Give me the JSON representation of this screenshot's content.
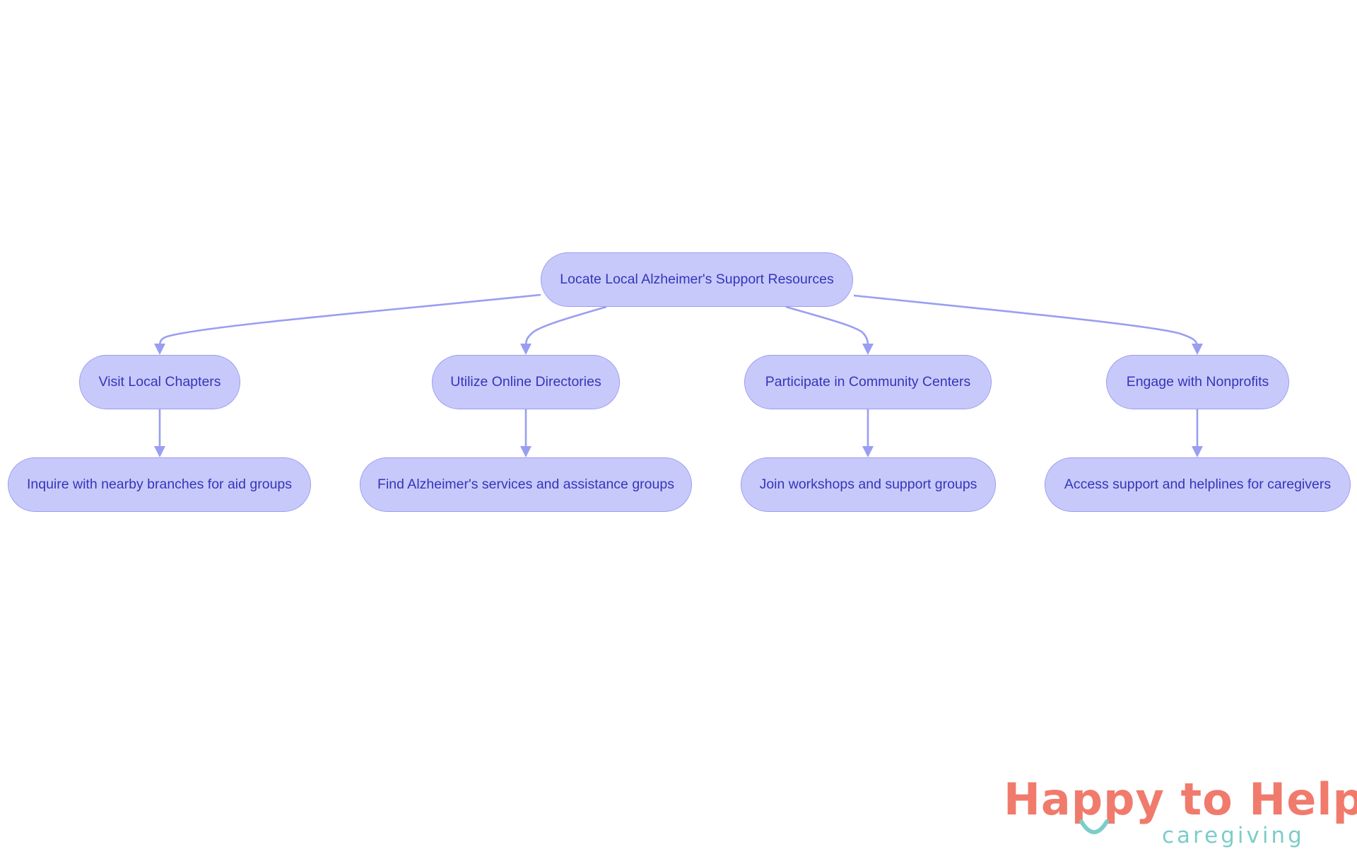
{
  "diagram": {
    "root": {
      "label": "Locate Local Alzheimer's Support Resources"
    },
    "branches": [
      {
        "label": "Visit Local Chapters",
        "child": "Inquire with nearby branches for aid groups"
      },
      {
        "label": "Utilize Online Directories",
        "child": "Find Alzheimer's services and assistance groups"
      },
      {
        "label": "Participate in Community Centers",
        "child": "Join workshops and support groups"
      },
      {
        "label": "Engage with Nonprofits",
        "child": "Access support and helplines for caregivers"
      }
    ]
  },
  "logo": {
    "title": "Happy to Help",
    "subtitle": "caregiving",
    "title_color": "#f07b6c",
    "accent_color": "#7ccdc9"
  },
  "colors": {
    "node_fill": "#c8c9fb",
    "node_border": "#9a9cef",
    "node_text": "#3336b8",
    "edge": "#9a9ef1"
  }
}
